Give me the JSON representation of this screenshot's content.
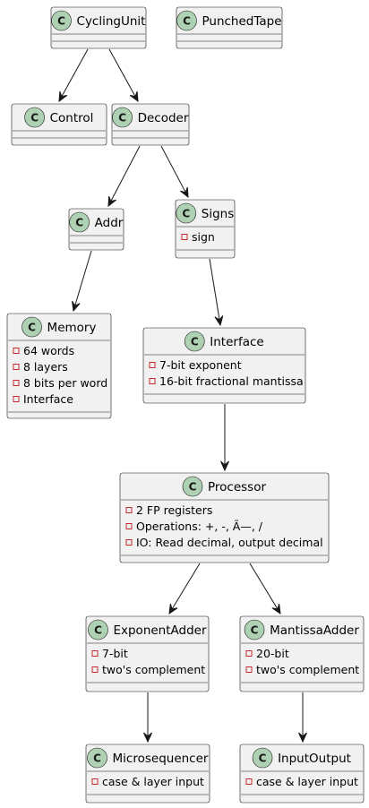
{
  "diagram": {
    "classes": [
      {
        "id": "CyclingUnit",
        "stereotype_letter": "C",
        "name": "CyclingUnit",
        "attributes": []
      },
      {
        "id": "PunchedTape",
        "stereotype_letter": "C",
        "name": "PunchedTape",
        "attributes": []
      },
      {
        "id": "Control",
        "stereotype_letter": "C",
        "name": "Control",
        "attributes": []
      },
      {
        "id": "Decoder",
        "stereotype_letter": "C",
        "name": "Decoder",
        "attributes": []
      },
      {
        "id": "Addr",
        "stereotype_letter": "C",
        "name": "Addr",
        "attributes": []
      },
      {
        "id": "Signs",
        "stereotype_letter": "C",
        "name": "Signs",
        "attributes": [
          "sign"
        ]
      },
      {
        "id": "Memory",
        "stereotype_letter": "C",
        "name": "Memory",
        "attributes": [
          "64 words",
          "8 layers",
          "8 bits per word",
          "Interface"
        ]
      },
      {
        "id": "Interface",
        "stereotype_letter": "C",
        "name": "Interface",
        "attributes": [
          "7-bit exponent",
          "16-bit fractional mantissa"
        ]
      },
      {
        "id": "Processor",
        "stereotype_letter": "C",
        "name": "Processor",
        "attributes": [
          "2 FP registers",
          "Operations: +, -, Ã—, /",
          "IO: Read decimal, output decimal"
        ]
      },
      {
        "id": "ExponentAdder",
        "stereotype_letter": "C",
        "name": "ExponentAdder",
        "attributes": [
          "7-bit",
          "two's complement"
        ]
      },
      {
        "id": "MantissaAdder",
        "stereotype_letter": "C",
        "name": "MantissaAdder",
        "attributes": [
          "20-bit",
          "two's complement"
        ]
      },
      {
        "id": "Microsequencer",
        "stereotype_letter": "C",
        "name": "Microsequencer",
        "attributes": [
          "case & layer input"
        ]
      },
      {
        "id": "InputOutput",
        "stereotype_letter": "C",
        "name": "InputOutput",
        "attributes": [
          "case & layer input"
        ]
      }
    ],
    "relations": [
      {
        "from": "CyclingUnit",
        "to": "Control"
      },
      {
        "from": "CyclingUnit",
        "to": "Decoder"
      },
      {
        "from": "Decoder",
        "to": "Addr"
      },
      {
        "from": "Decoder",
        "to": "Signs"
      },
      {
        "from": "Addr",
        "to": "Memory"
      },
      {
        "from": "Signs",
        "to": "Interface"
      },
      {
        "from": "Interface",
        "to": "Processor"
      },
      {
        "from": "Processor",
        "to": "ExponentAdder"
      },
      {
        "from": "Processor",
        "to": "MantissaAdder"
      },
      {
        "from": "ExponentAdder",
        "to": "Microsequencer"
      },
      {
        "from": "MantissaAdder",
        "to": "InputOutput"
      }
    ],
    "colors": {
      "box_fill": "#f1f1f1",
      "border": "#181818",
      "spot_fill": "#add1b2",
      "private_marker": "#c82930"
    }
  }
}
